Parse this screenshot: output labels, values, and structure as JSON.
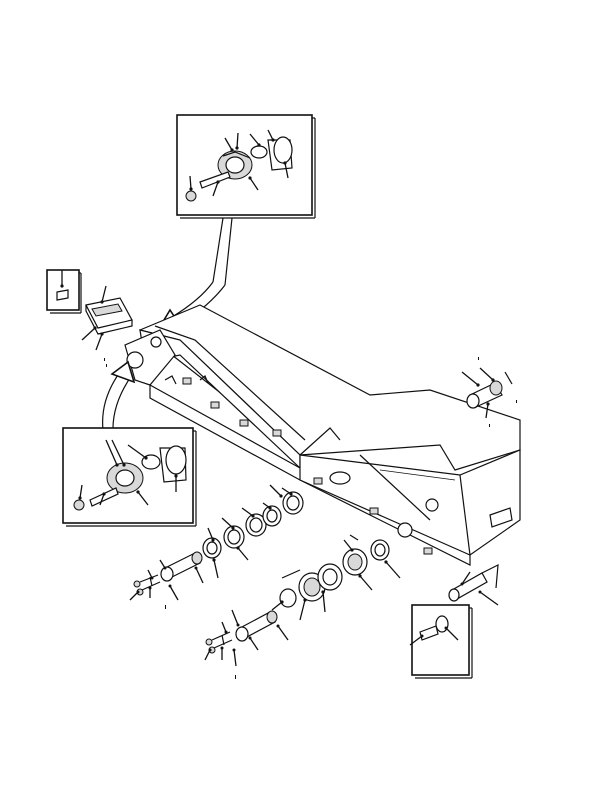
{
  "figure": {
    "caption": "",
    "callout_labels": []
  },
  "detail_boxes": [
    "top-pivot-detail",
    "left-pivot-detail",
    "cap-screw-detail",
    "right-pin-detail"
  ]
}
